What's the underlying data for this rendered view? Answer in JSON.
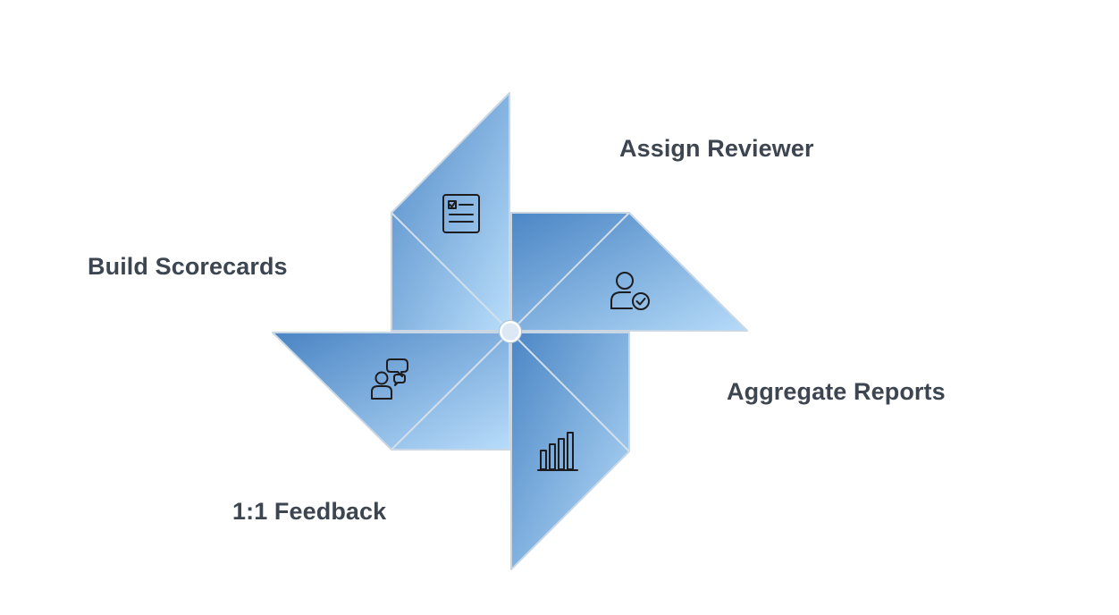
{
  "steps": [
    {
      "id": "assign",
      "label": "Assign Reviewer",
      "icon": "user-check-icon"
    },
    {
      "id": "build",
      "label": "Build Scorecards",
      "icon": "checklist-form-icon"
    },
    {
      "id": "aggregate",
      "label": "Aggregate Reports",
      "icon": "bar-chart-icon"
    },
    {
      "id": "feedback",
      "label": "1:1 Feedback",
      "icon": "conversation-icon"
    }
  ],
  "colors": {
    "blade_dark": "#4a86c5",
    "blade_light": "#b8dcf9",
    "label_text": "#3d4650",
    "hub_fill": "#dce8f3"
  }
}
